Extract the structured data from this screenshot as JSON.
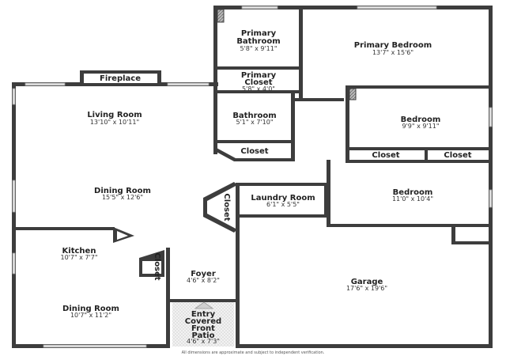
{
  "plan": {
    "rooms": {
      "primary_bathroom": {
        "name_line1": "Primary",
        "name_line2": "Bathroom",
        "dims": "5'8\" x 9'11\""
      },
      "primary_bedroom": {
        "name": "Primary Bedroom",
        "dims": "13'7\" x 15'6\""
      },
      "primary_closet": {
        "name_line1": "Primary",
        "name_line2": "Closet",
        "dims": "5'8\" x 4'0\""
      },
      "fireplace": {
        "name": "Fireplace"
      },
      "living_room": {
        "name": "Living Room",
        "dims": "13'10\" x 10'11\""
      },
      "bathroom": {
        "name": "Bathroom",
        "dims": "5'1\" x 7'10\""
      },
      "bedroom_1": {
        "name": "Bedroom",
        "dims": "9'9\" x 9'11\""
      },
      "closet_hall": {
        "name": "Closet"
      },
      "closet_bed_left": {
        "name": "Closet"
      },
      "closet_bed_right": {
        "name": "Closet"
      },
      "dining_room_1": {
        "name": "Dining Room",
        "dims": "15'5\" x 12'6\""
      },
      "closet_angled": {
        "name": "Closet"
      },
      "laundry_room": {
        "name": "Laundry Room",
        "dims": "6'1\" x 5'5\""
      },
      "bedroom_2": {
        "name": "Bedroom",
        "dims": "11'0\" x 10'4\""
      },
      "kitchen": {
        "name": "Kitchen",
        "dims": "10'7\" x 7'7\""
      },
      "closet_kitchen": {
        "name": "Closet"
      },
      "foyer": {
        "name": "Foyer",
        "dims": "4'6\" x 8'2\""
      },
      "garage": {
        "name": "Garage",
        "dims": "17'6\" x 19'6\""
      },
      "dining_room_2": {
        "name": "Dining Room",
        "dims": "10'7\" x 11'2\""
      },
      "entry_patio": {
        "name_line1": "Entry",
        "name_line2": "Covered",
        "name_line3": "Front",
        "name_line4": "Patio",
        "dims": "4'6\" x 7'3\""
      }
    },
    "footer": "All dimensions are approximate and subject to independent verification.",
    "colors": {
      "wall": "#3d3d3d",
      "window": "#cfcfcf",
      "floor": "#ffffff"
    }
  }
}
